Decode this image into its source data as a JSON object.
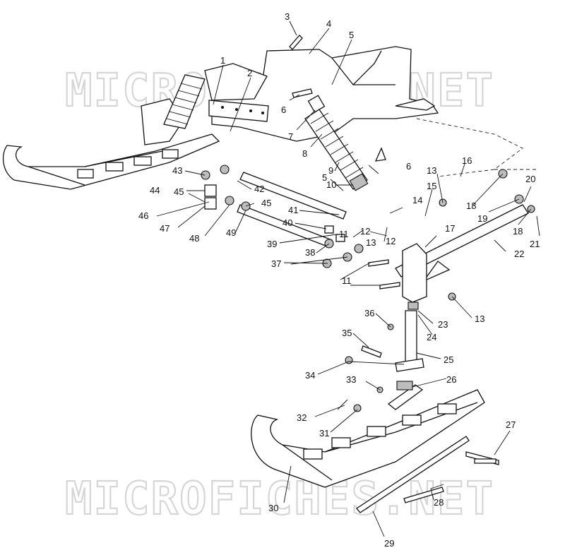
{
  "watermark": "MICROFICHES.NET",
  "callouts": [
    "1",
    "2",
    "3",
    "4",
    "5",
    "6",
    "7",
    "8",
    "9",
    "10",
    "5",
    "6",
    "13",
    "16",
    "15",
    "20",
    "14",
    "18",
    "19",
    "18",
    "21",
    "22",
    "17",
    "12",
    "13",
    "11",
    "12",
    "37",
    "38",
    "39",
    "40",
    "41",
    "42",
    "43",
    "44",
    "45",
    "45",
    "46",
    "47",
    "48",
    "49",
    "11",
    "13",
    "36",
    "23",
    "24",
    "35",
    "25",
    "34",
    "33",
    "26",
    "32",
    "31",
    "27",
    "30",
    "28",
    "29"
  ],
  "colors": {
    "ink": "#111111",
    "watermark": "#cfcfcf",
    "shade": "#bdbdbd"
  }
}
